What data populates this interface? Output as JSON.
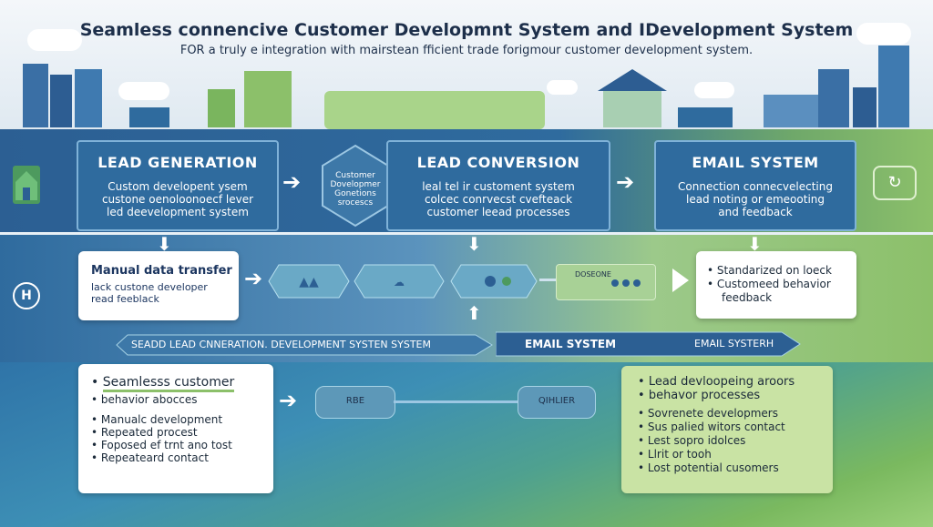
{
  "header": {
    "title": "Seamless connencive Customer Developmnt System and IDevelopment System",
    "subtitle": "FOR a truly e integration with mairstean fficient trade forigmour customer development system."
  },
  "top_row": {
    "lead_generation": {
      "title": "LEAD GENERATION",
      "lines": [
        "Custom developent ysem",
        "custone oenoloonoecf lever",
        "led deevelopment system"
      ]
    },
    "diamond": [
      "Customer",
      "Dovelopmer",
      "Gonetions",
      "srocescs"
    ],
    "lead_conversion": {
      "title": "LEAD CONVERSION",
      "lines": [
        "leal tel ir customent system",
        "colcec conrvecst cvefteack",
        "customer leead processes"
      ]
    },
    "email_system": {
      "title": "EMAIL SYSTEM",
      "lines": [
        "Connection connecvelecting",
        "lead noting or emeooting",
        "and feedback"
      ]
    }
  },
  "middle_row": {
    "manual_card": {
      "title": "Manual data transfer",
      "lines": [
        "lack custone developer",
        "read feeblack"
      ]
    },
    "right_card": {
      "items": [
        "Standarized on loeck",
        "Customeed behavior",
        "feedback"
      ]
    },
    "flow_tag": "DOSEONE"
  },
  "banner": {
    "left_label": "SEADD LEAD CNNERATION. DEVELOPMENT SYSTEN SYSTEM",
    "right_label_1": "EMAIL SYSTEM",
    "right_label_2": "EMAIL SYSTERH"
  },
  "bottom_row": {
    "left_card": {
      "title": "Seamlesss customer",
      "items": [
        "behavior abocces",
        "Manualc development",
        "Repeated procest",
        "Foposed ef trnt ano tost",
        "Repeateard contact"
      ]
    },
    "right_card": {
      "items": [
        "Lead devloopeing aroors",
        "behavor processes",
        "Sovrenete developmers",
        "Sus palied witors contact",
        "Lest sopro idolces",
        "Llrit or tooh",
        "Lost potential cusomers"
      ]
    },
    "pill_left_label": "RBE",
    "pill_right_label": "QIHLIER"
  },
  "colors": {
    "blue_band": "#2c5f93",
    "box_blue": "#2f6b9e",
    "green_area": "#8cc06a",
    "title_navy": "#1d2f4a"
  },
  "icons": [
    "home-icon",
    "h-circle-icon",
    "arrow-icon",
    "mail-icon"
  ]
}
